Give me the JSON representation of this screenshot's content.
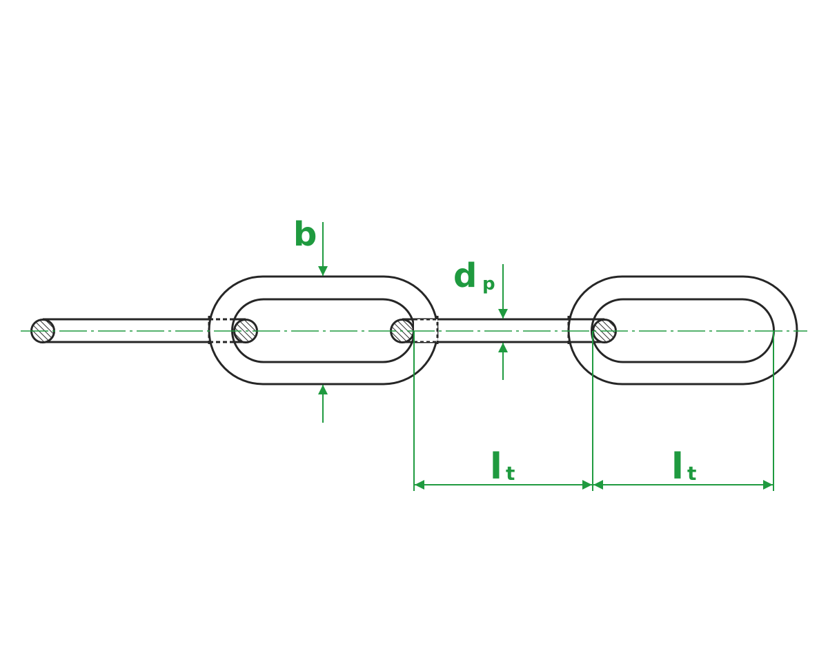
{
  "colors": {
    "dimension": "#1f9a3f",
    "outline": "#262626",
    "background": "#ffffff"
  },
  "labels": {
    "width": "b",
    "diameter_main": "d",
    "diameter_sub": "p",
    "pitch_1_main": "l",
    "pitch_1_sub": "t",
    "pitch_2_main": "l",
    "pitch_2_sub": "t"
  }
}
